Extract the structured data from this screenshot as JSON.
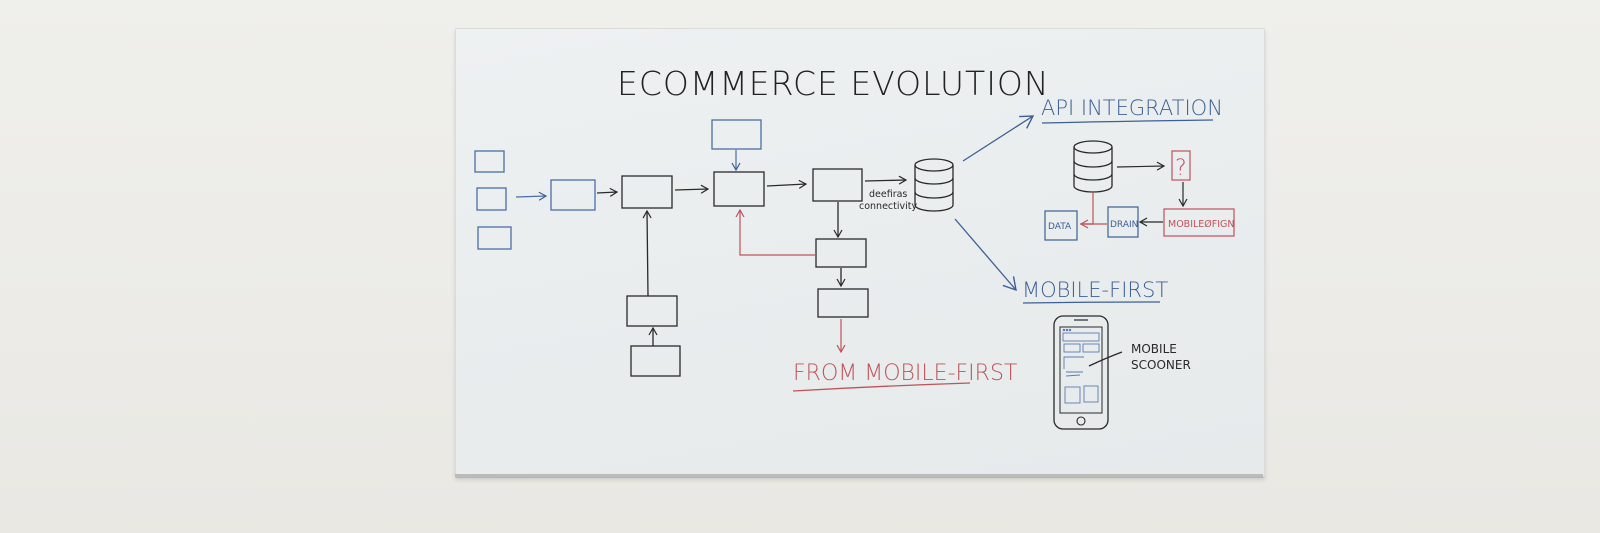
{
  "board": {
    "title": "ECOMMERCE EVOLUTION",
    "colors": {
      "ink_black": "#2a2a2a",
      "ink_blue": "#3d5f95",
      "ink_red": "#c0525a",
      "board_bg": "#e9edee",
      "wall_bg": "#edece8"
    }
  },
  "flow": {
    "connector_label_line1": "deefiras",
    "connector_label_line2": "connectivity",
    "footer_label": "FROM MOBILE-FIRST"
  },
  "api_section": {
    "heading": "API INTEGRATION",
    "question_mark": "?",
    "box_data": "DATA",
    "box_drain": "DRAIN",
    "box_mobile": "MOBILEØFIGN"
  },
  "mobile_section": {
    "heading": "MOBILE-FIRST",
    "phone_label_line1": "MOBILE",
    "phone_label_line2": "SCOONER"
  }
}
